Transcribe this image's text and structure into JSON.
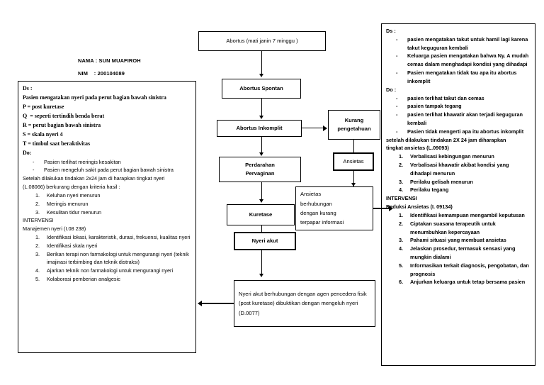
{
  "header": {
    "nama_label": "NAMA : SUN MUAFIROH",
    "nim_label": "NIM    : 200104089"
  },
  "left_panel": {
    "ds_label": "Ds :",
    "ds_lines": [
      "Pasien mengatakan nyeri pada perut bagian bawah sinistra",
      "P = post kuretase",
      "Q  = seperti tertindih benda berat",
      "R = perut bagian bawah sinistra",
      "S = skala nyeri 4",
      "T = timbul saat beraktivitas"
    ],
    "do_label": "Do:",
    "do_items": [
      "Pasien terlihat meringis kesakitan",
      "Pasien mengeluh sakit pada perut bagian bawah sinistra"
    ],
    "goal_lines": [
      "Setelah dilakukan tindakan 2x24 jam di harapkan tingkat nyeri",
      "(L.08066) berkurang dengan kriteria hasil :"
    ],
    "criteria": [
      "Keluhan nyeri menurun",
      "Meringis menurun",
      "Kesulitan tidur menurun"
    ],
    "intervensi_label": "INTERVENSI",
    "intervensi_title": "Manajemen nyeri (I.08 238)",
    "intervensi_items": [
      "Identifikasi lokasi, karakteristik, durasi, frekuensi, kualitas nyeri",
      "Identifikasi skala nyeri",
      "Berikan terapi non farmakologi untuk mengurangi nyeri (teknik imajinasi terbimbing dan teknik distraksi)",
      "Ajarkan teknik non farmakologi untuk mengurangi nyeri",
      "Kolaborasi pemberian analgesic"
    ]
  },
  "flow": {
    "abortus": "Abortus (mati janin 7 minggu )",
    "abortus_spontan": "Abortus Spontan",
    "abortus_inkomplit": "Abortus Inkomplit",
    "perdarahan": "Perdarahan\nPervaginan",
    "kuretase": "Kuretase",
    "nyeri_akut": "Nyeri akut",
    "kurang_pengetahuan": "Kurang\npengetahuan",
    "ansietas": "Ansietas",
    "ansietas_dx": "Ansietas\nberhubungan\ndengan kurang\nterpapar informasi",
    "nyeri_dx": "Nyeri akut berhubungan dengan agen pencedera fisik (post kuretase) dibuktikan dengan mengeluh nyeri (D.0077)"
  },
  "right_panel": {
    "ds_label": "Ds :",
    "ds_items": [
      "pasien mengatakan takut untuk hamil lagi karena takut keguguran kembali",
      "Keluarga pasien mengatakan bahwa Ny. A mudah cemas dalam menghadapi kondisi yang dihadapi",
      "Pasien mengatakan tidak tau apa itu abortus inkomplit"
    ],
    "do_label": "Do :",
    "do_items": [
      "pasien terlihat takut dan cemas",
      "pasien tampak tegang",
      "pasien terlihat khawatir akan terjadi keguguran kembali",
      "Pasien tidak mengerti apa itu abortus inkomplit"
    ],
    "goal_lines": [
      "setelah dilakukan tindakan 2X 24 jam diharapkan",
      "tingkat ansietas (L.09093)"
    ],
    "criteria": [
      "Verbalisasi kebingungan menurun",
      "Verbalisasi khawatir akibat kondisi yang dihadapi menurun",
      "Perilaku gelisah menurun",
      "Perilaku tegang"
    ],
    "intervensi_label": "INTERVENSI",
    "intervensi_title": "Reduksi Ansietas (I. 09134)",
    "intervensi_items": [
      "Identifikasi kemampuan mengambil keputusan",
      "Ciptakan suasana terapeutik untuk menumbuhkan kepercayaan",
      "Pahami situasi yang membuat ansietas",
      "Jelaskan prosedur, termasuk sensasi yang mungkin dialami",
      "Informasikan terkait diagnosis, pengobatan, dan prognosis",
      "Anjurkan keluarga untuk tetap bersama pasien"
    ]
  },
  "colors": {
    "stroke": "#000000",
    "background": "#ffffff"
  }
}
